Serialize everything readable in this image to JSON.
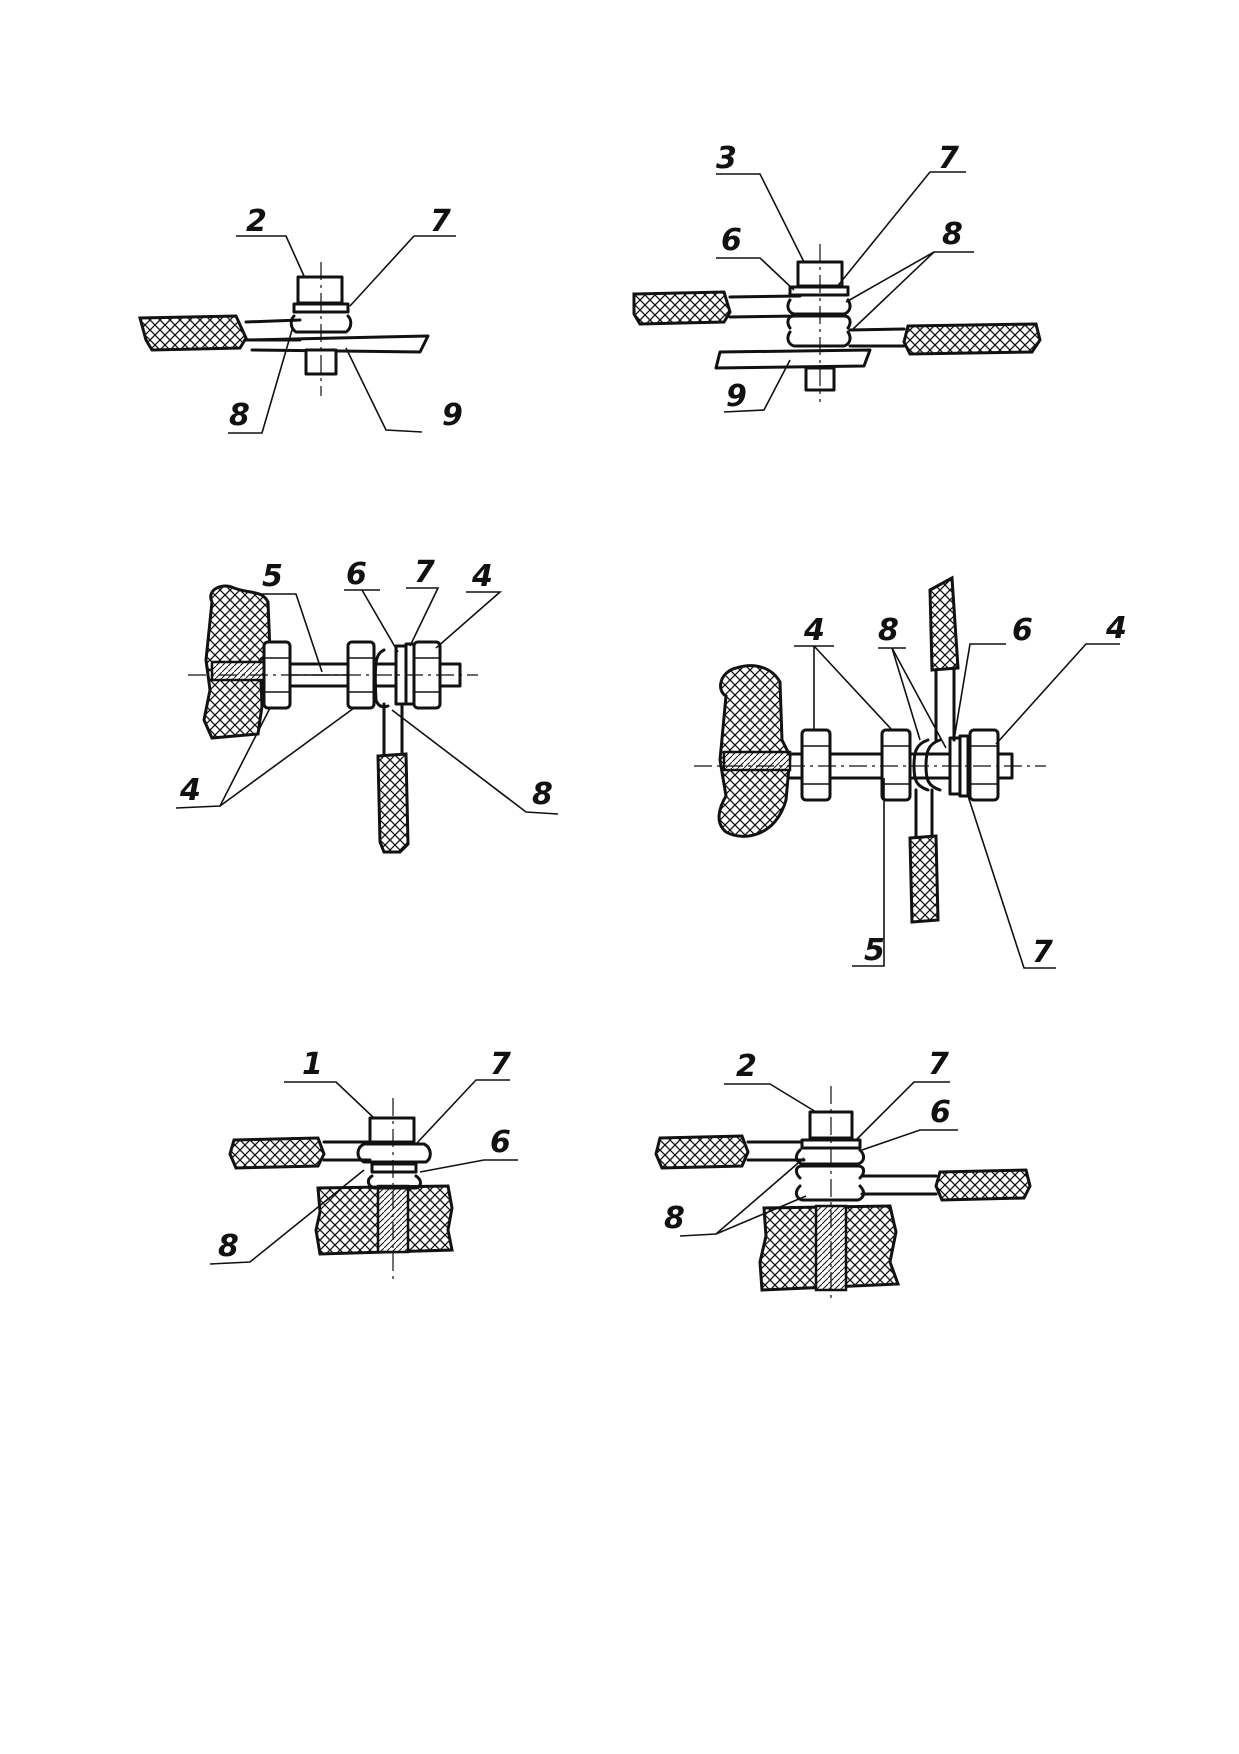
{
  "figures": [
    {
      "id": "fig-1",
      "labels": [
        "2",
        "7",
        "8",
        "9"
      ]
    },
    {
      "id": "fig-2",
      "labels": [
        "3",
        "7",
        "6",
        "8",
        "9"
      ]
    },
    {
      "id": "fig-3",
      "labels": [
        "5",
        "6",
        "7",
        "4",
        "4",
        "8"
      ]
    },
    {
      "id": "fig-4",
      "labels": [
        "4",
        "8",
        "6",
        "4",
        "5",
        "7"
      ]
    },
    {
      "id": "fig-5",
      "labels": [
        "1",
        "7",
        "6",
        "8"
      ]
    },
    {
      "id": "fig-6",
      "labels": [
        "2",
        "7",
        "6",
        "8"
      ]
    }
  ]
}
